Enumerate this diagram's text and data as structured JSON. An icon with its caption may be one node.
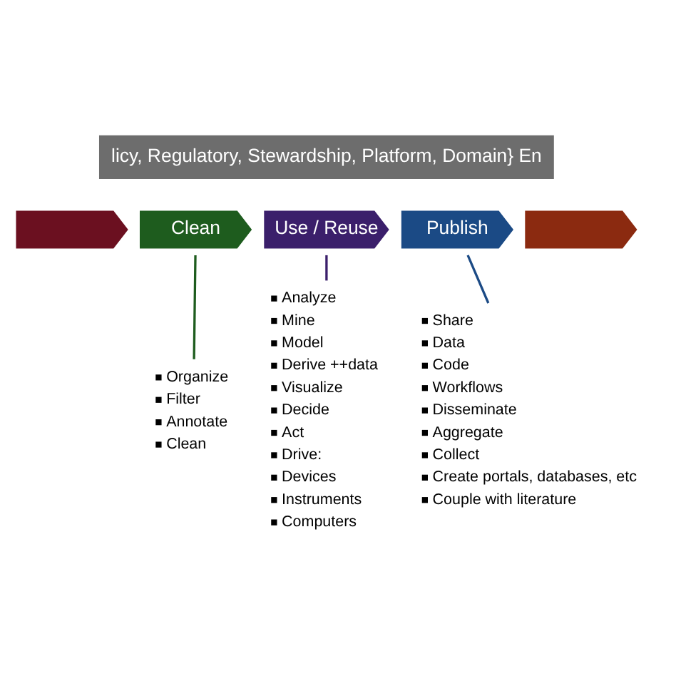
{
  "diagram": {
    "nodes": [
      {
        "text": [
          "licy, Regulatory, Stewardship, Platform, Domain} En"
        ]
      },
      {
        "text": [],
        "shape": "chevron"
      },
      {
        "text": [
          "Clean"
        ]
      },
      {
        "text": [
          "Organize",
          "Filter",
          "Annotate",
          "Clean"
        ]
      },
      {
        "text": [
          "Use / Reuse"
        ]
      },
      {
        "text": [
          "Analyze",
          "Mine",
          "Model",
          "Derive ++data",
          "Visualize",
          "Decide",
          "Act",
          "Drive:",
          "Devices",
          "Instruments",
          "Computers"
        ]
      },
      {
        "text": [
          "Publish"
        ]
      },
      {
        "text": [
          "Share",
          "Data",
          "Code",
          "Workflows",
          "Disseminate",
          "Aggregate",
          "Collect",
          "Create portals, databases, etc",
          "Couple with literature"
        ]
      },
      {
        "text": [],
        "shape": "chevron"
      }
    ],
    "edges": [
      {
        "from": 2,
        "to": 3,
        "arrow": "none",
        "color": "#1e5c1e"
      },
      {
        "from": 4,
        "to": 5,
        "arrow": "none",
        "color": "#3b1f6b"
      },
      {
        "from": 6,
        "to": 7,
        "arrow": "none",
        "color": "#1b4a85"
      }
    ]
  }
}
